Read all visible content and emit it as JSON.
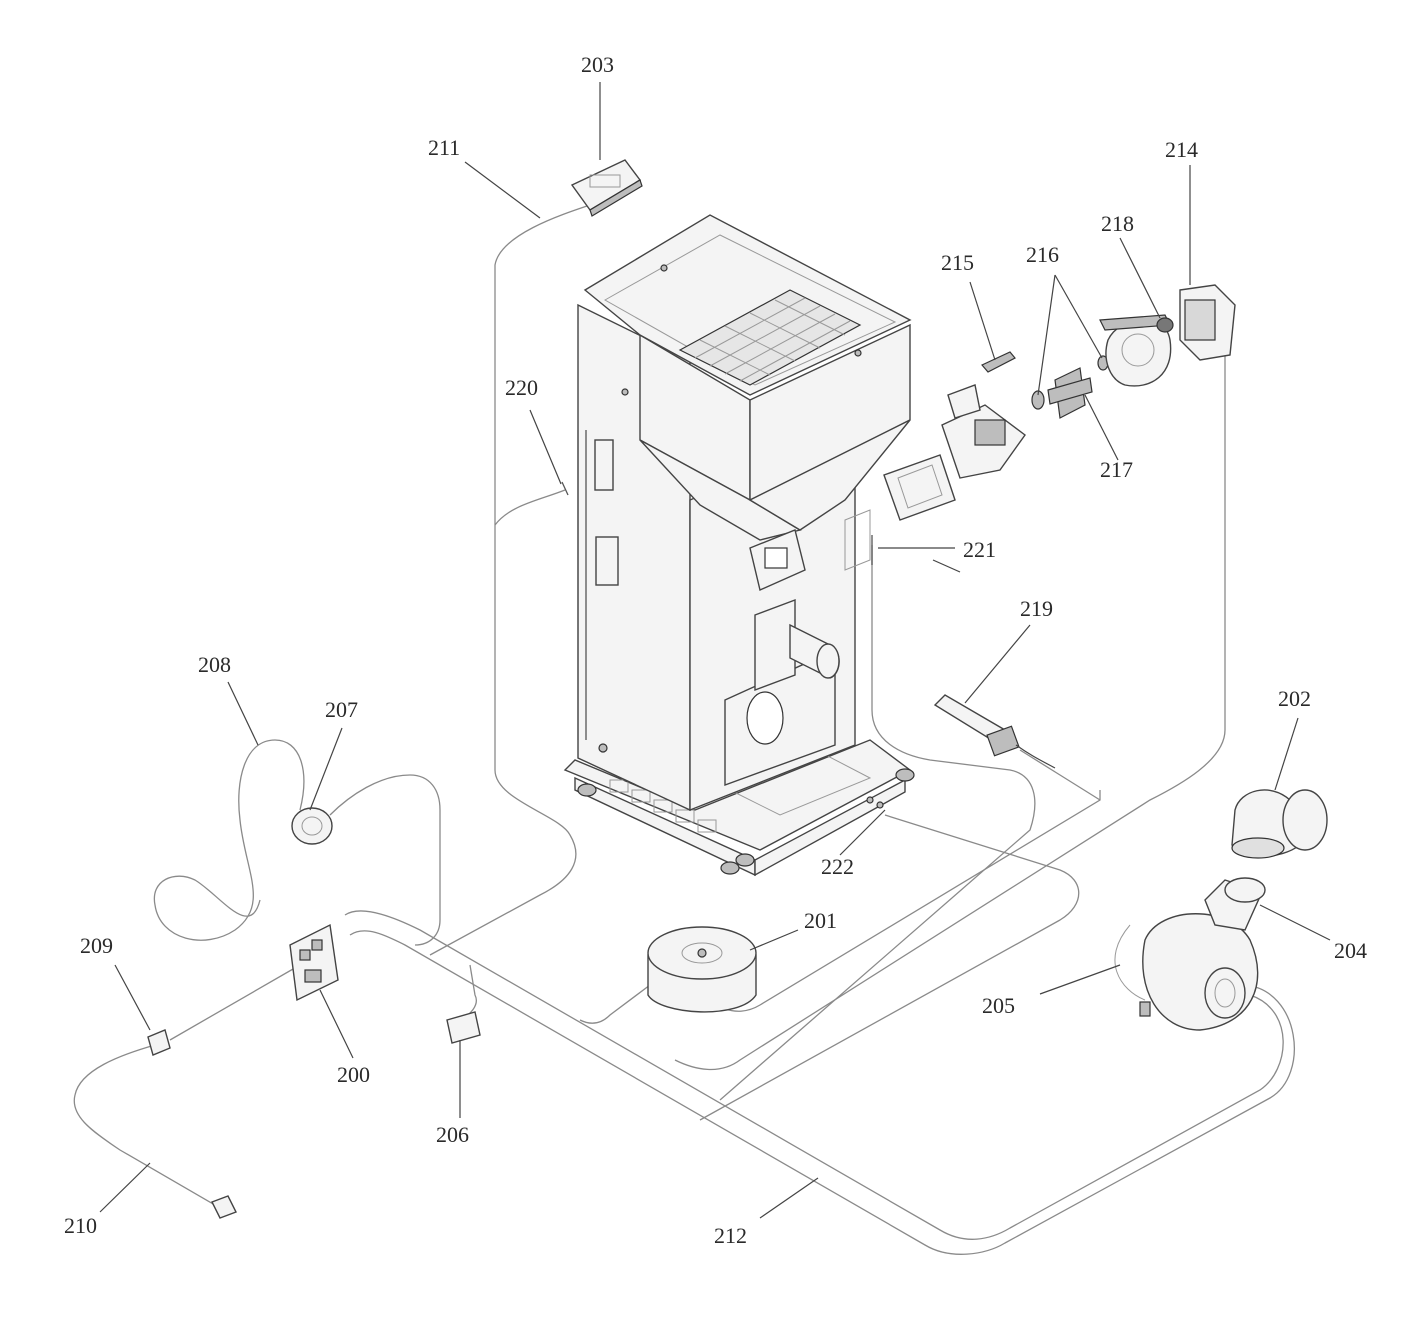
{
  "diagram": {
    "callouts": [
      {
        "id": "c200",
        "text": "200"
      },
      {
        "id": "c201",
        "text": "201"
      },
      {
        "id": "c202",
        "text": "202"
      },
      {
        "id": "c203",
        "text": "203"
      },
      {
        "id": "c204",
        "text": "204"
      },
      {
        "id": "c205",
        "text": "205"
      },
      {
        "id": "c206",
        "text": "206"
      },
      {
        "id": "c207",
        "text": "207"
      },
      {
        "id": "c208",
        "text": "208"
      },
      {
        "id": "c209",
        "text": "209"
      },
      {
        "id": "c210",
        "text": "210"
      },
      {
        "id": "c211",
        "text": "211"
      },
      {
        "id": "c212",
        "text": "212"
      },
      {
        "id": "c214",
        "text": "214"
      },
      {
        "id": "c215",
        "text": "215"
      },
      {
        "id": "c216",
        "text": "216"
      },
      {
        "id": "c217",
        "text": "217"
      },
      {
        "id": "c218",
        "text": "218"
      },
      {
        "id": "c219",
        "text": "219"
      },
      {
        "id": "c220",
        "text": "220"
      },
      {
        "id": "c221",
        "text": "221"
      },
      {
        "id": "c222",
        "text": "222"
      }
    ]
  }
}
